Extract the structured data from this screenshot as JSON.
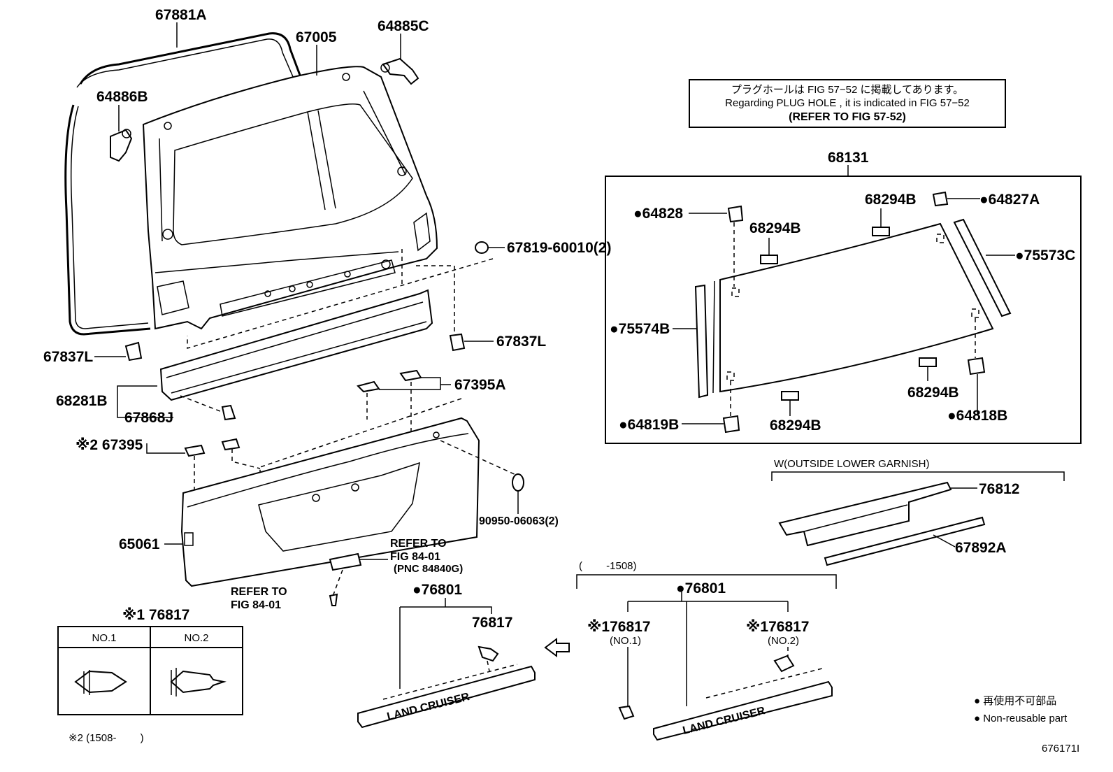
{
  "labels": {
    "p67881A": "67881A",
    "p67005": "67005",
    "p64885C": "64885C",
    "p64886B": "64886B",
    "p67819": "67819-60010(2)",
    "p67837L_left": "67837L",
    "p67837L_right": "67837L",
    "p68281B": "68281B",
    "p67868J": "67868J",
    "p67395A": "67395A",
    "p67395": "※2 67395",
    "p90950": "90950-06063(2)",
    "p65061": "65061",
    "refer1_l1": "REFER TO",
    "refer1_l2": "FIG 84-01",
    "refer1_l3": "(PNC 84840G)",
    "refer2_l1": "REFER TO",
    "refer2_l2": "FIG 84-01",
    "p76801_a": "●76801",
    "p76817_a": "76817",
    "p76801_b": "●76801",
    "p76817_no1": "※176817",
    "p76817_no1_sub": "(NO.1)",
    "p76817_no2": "※176817",
    "p76817_no2_sub": "(NO.2)",
    "range_1508": "(　　 -1508)",
    "p68131": "68131",
    "p64828": "●64828",
    "p68294B_1": "68294B",
    "p68294B_2": "68294B",
    "p64827A": "●64827A",
    "p75573C": "●75573C",
    "p75574B": "●75574B",
    "p68294B_3": "68294B",
    "p68294B_4": "68294B",
    "p64819B": "●64819B",
    "p64818B": "●64818B",
    "w_garnish": "W(OUTSIDE LOWER GARNISH)",
    "p76812": "76812",
    "p67892A": "67892A",
    "emblem_text": "LAND CRUISER"
  },
  "note": {
    "line1": "プラグホールは FIG 57−52 に掲載してあります。",
    "line2": "Regarding PLUG HOLE , it is indicated in FIG 57−52",
    "line3": "(REFER TO FIG 57-52)"
  },
  "clip_table": {
    "title": "※1 76817",
    "col1": "NO.1",
    "col2": "NO.2"
  },
  "footnote2": "※2 (1508-　　 )",
  "legend": {
    "jp": "● 再使用不可部品",
    "en": "● Non-reusable part"
  },
  "figure_id": "676171I"
}
